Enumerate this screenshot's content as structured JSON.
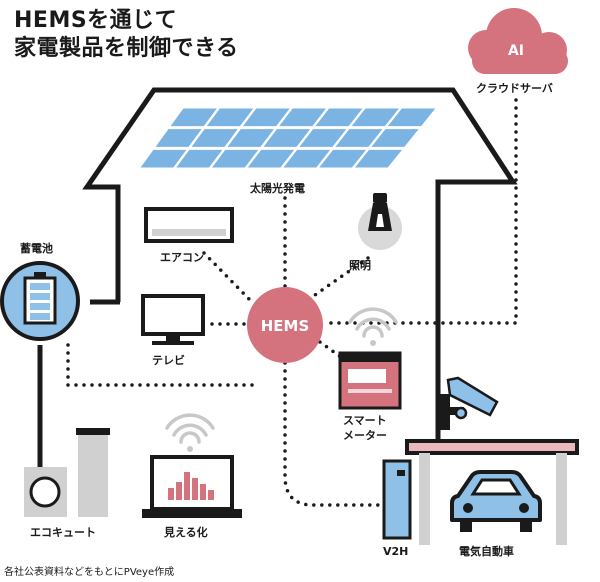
{
  "title_line1": "HEMSを通じて",
  "title_line2": "家電製品を制御できる",
  "hub": "HEMS",
  "cloud": {
    "label": "AI",
    "caption": "クラウドサーバ"
  },
  "labels": {
    "solar": "太陽光発電",
    "battery": "蓄電池",
    "aircon": "エアコン",
    "lighting": "照明",
    "tv": "テレビ",
    "smart_meter_line1": "スマート",
    "smart_meter_line2": "メーター",
    "ecocute": "エコキュート",
    "visualization": "見える化",
    "v2h": "V2H",
    "ev": "電気自動車"
  },
  "source": "各社公表資料などをもとにPVeye作成",
  "colors": {
    "solar_panel": "#7bb3e2",
    "hub": "#d4727e",
    "smart_meter": "#d4727e",
    "battery": "#8fc0e8",
    "camera": "#8fc0e8",
    "car": "#8fc0e8",
    "v2h": "#8fc0e8",
    "cloud": "#d4727e",
    "garage_roof": "#e9b7bd",
    "appliance_gray": "#d0d0d0",
    "chart_bars": "#d4727e"
  },
  "icons": [
    "cloud-icon",
    "solar-panel-icon",
    "battery-icon",
    "aircon-icon",
    "light-bulb-icon",
    "tv-icon",
    "wifi-icon",
    "smart-meter-icon",
    "security-camera-icon",
    "ecocute-icon",
    "laptop-chart-icon",
    "v2h-charger-icon",
    "car-icon"
  ]
}
